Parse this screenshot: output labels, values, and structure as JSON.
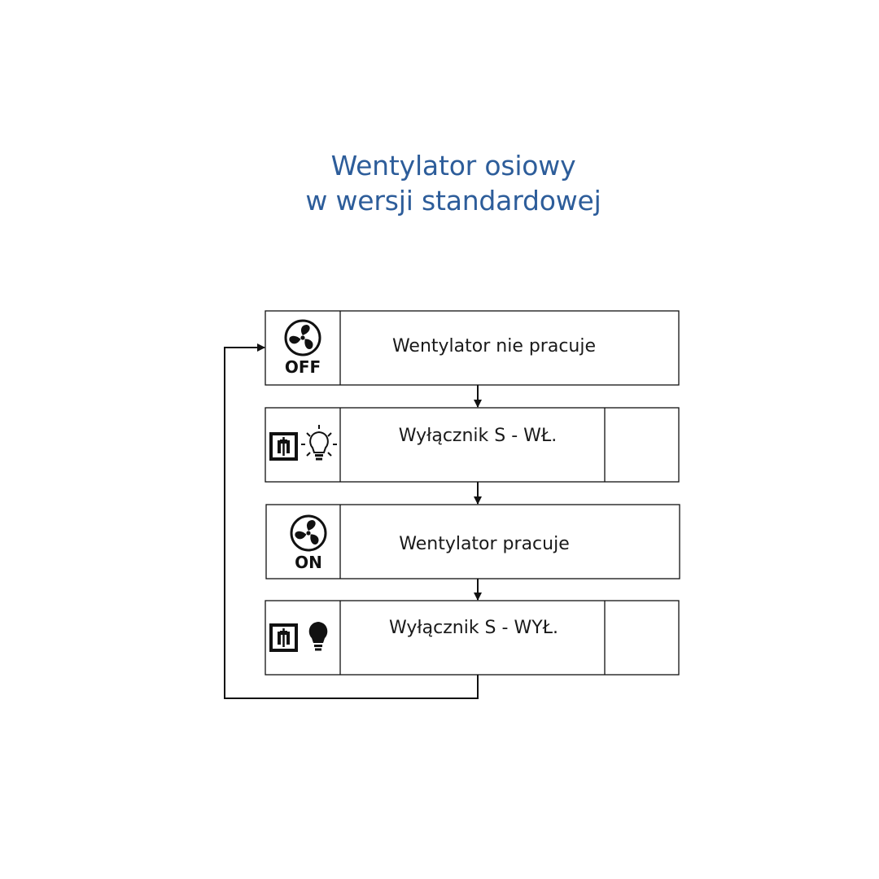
{
  "title": {
    "line1": "Wentylator osiowy",
    "line2": "w wersji standardowej"
  },
  "colors": {
    "title": "#2d5d9a",
    "line": "#111111"
  },
  "steps": [
    {
      "text": "Wentylator nie pracuje",
      "icon": "fan-icon",
      "icon_caption": "OFF"
    },
    {
      "text": "Wyłącznik S - WŁ.",
      "icon": "switch-icon + light-bulb-on-icon"
    },
    {
      "text": "Wentylator pracuje",
      "icon": "fan-icon",
      "icon_caption": "ON"
    },
    {
      "text": "Wyłącznik S - WYŁ.",
      "icon": "switch-icon + light-bulb-off-icon"
    }
  ]
}
